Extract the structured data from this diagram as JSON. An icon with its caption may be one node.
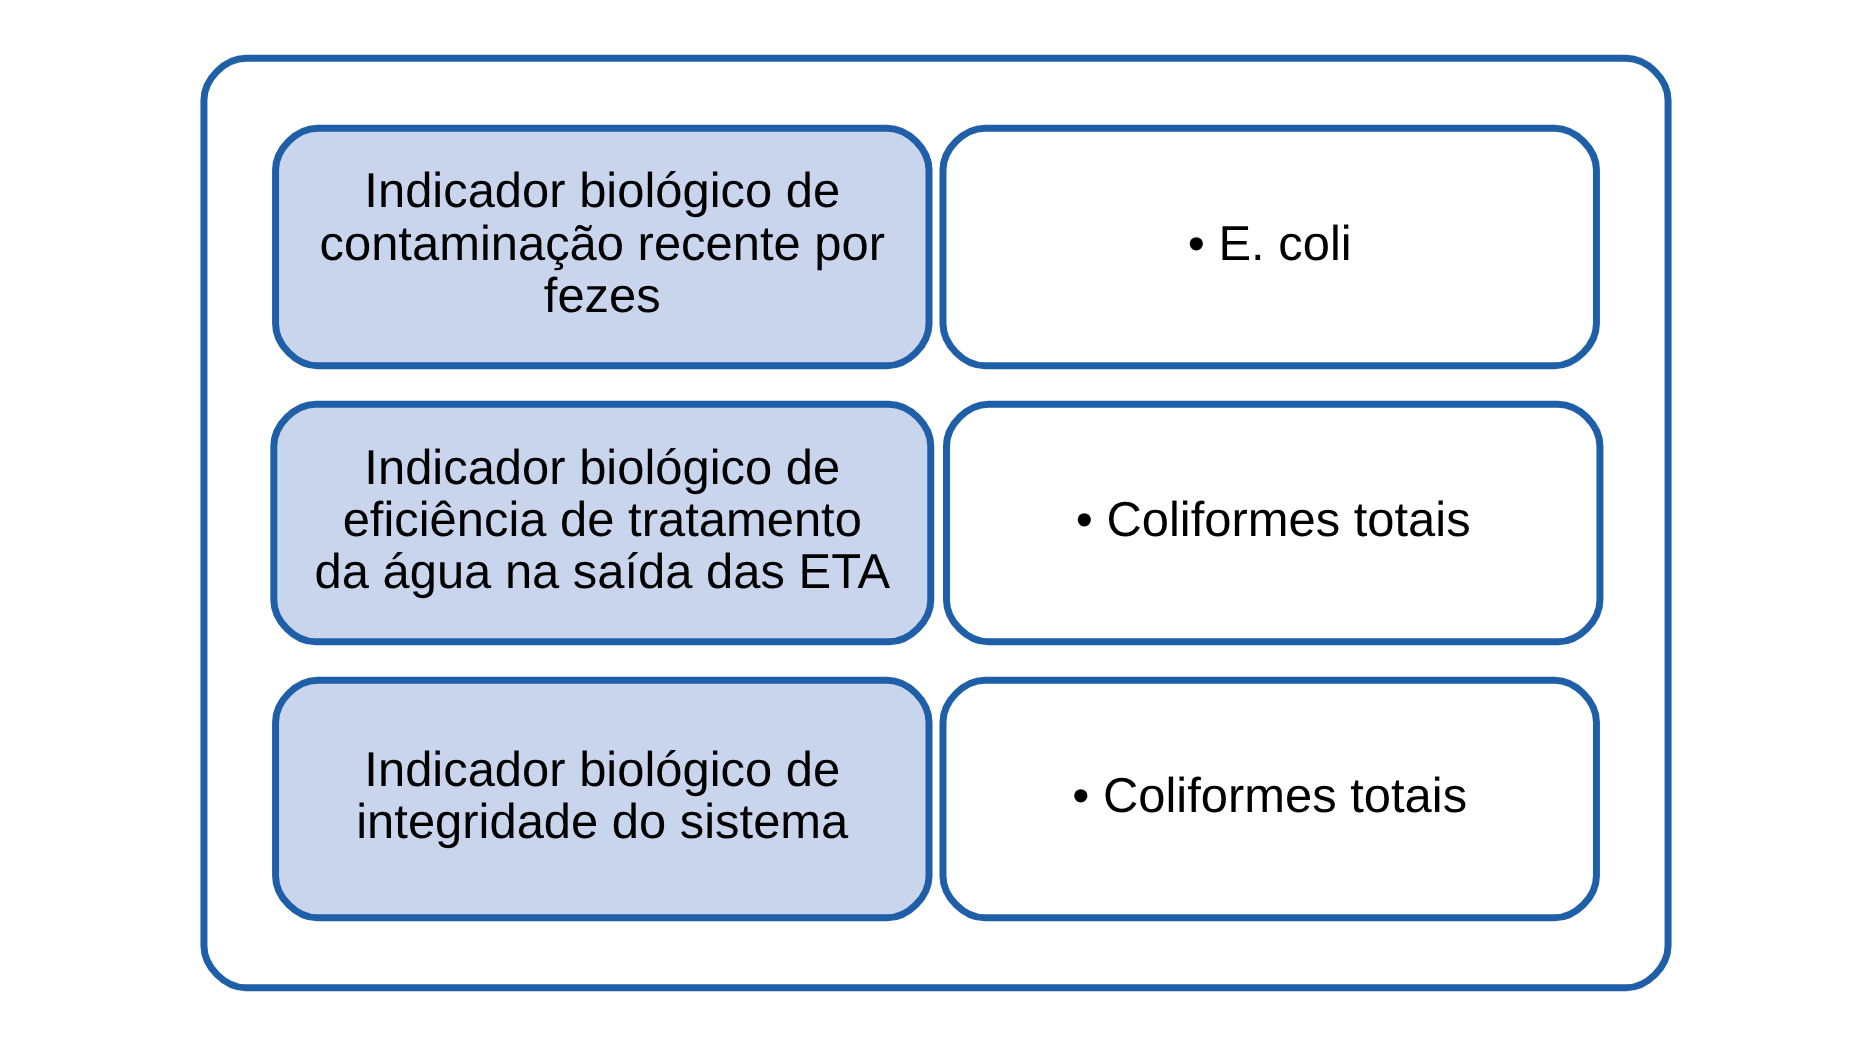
{
  "diagram": {
    "nodes": [
      {
        "text": [],
        "shape": "box"
      },
      {
        "text": [
          "Indicador biológico de contaminação recente por fezes"
        ],
        "in": 0
      },
      {
        "text": [
          "• E. coli"
        ],
        "in": 0
      },
      {
        "text": [
          "Indicador biológico de eficiência de tratamento da água na saída das ETA"
        ],
        "in": 0
      },
      {
        "text": [
          "• Coliformes totais"
        ],
        "in": 0
      },
      {
        "text": [
          "Indicador biológico de integridade do sistema"
        ],
        "in": 0
      },
      {
        "text": [
          "• Coliformes totais"
        ],
        "in": 0
      }
    ]
  }
}
